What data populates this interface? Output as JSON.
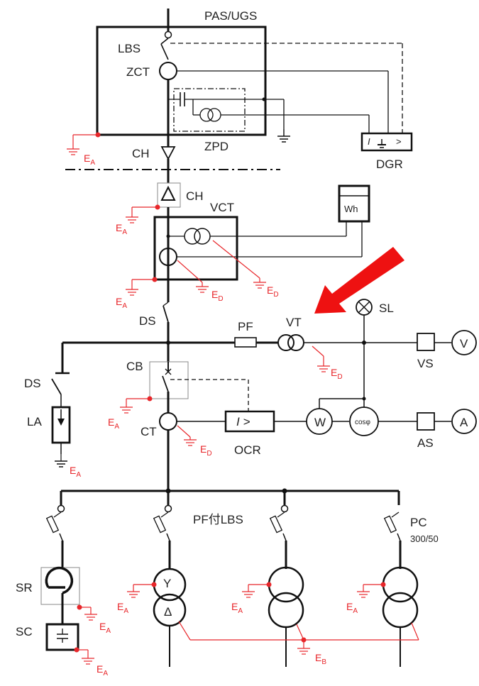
{
  "labels": {
    "pas_ugs": "PAS/UGS",
    "lbs": "LBS",
    "zct": "ZCT",
    "zpd": "ZPD",
    "dgr": "DGR",
    "ch1": "CH",
    "ch2": "CH",
    "vct": "VCT",
    "wh": "Wh",
    "ds1": "DS",
    "pf": "PF",
    "vt": "VT",
    "sl": "SL",
    "vs": "VS",
    "v": "V",
    "ds2": "DS",
    "la": "LA",
    "cb": "CB",
    "ct": "CT",
    "ocr": "OCR",
    "w": "W",
    "cosphi": "cosφ",
    "as": "AS",
    "a": "A",
    "pflbs": "PF付LBS",
    "pc": "PC",
    "pc_rating": "300/50",
    "sr": "SR",
    "sc": "SC",
    "relay_ocr": "I >",
    "relay_dgr": "I",
    "relay_dgr_gt": ">",
    "tr_y": "Y",
    "tr_d": "Δ"
  },
  "earth": {
    "e": "E",
    "a": "A",
    "b": "B",
    "d": "D"
  },
  "colors": {
    "line": "#111111",
    "earth": "#e8262a",
    "arrow": "#ee1111"
  }
}
